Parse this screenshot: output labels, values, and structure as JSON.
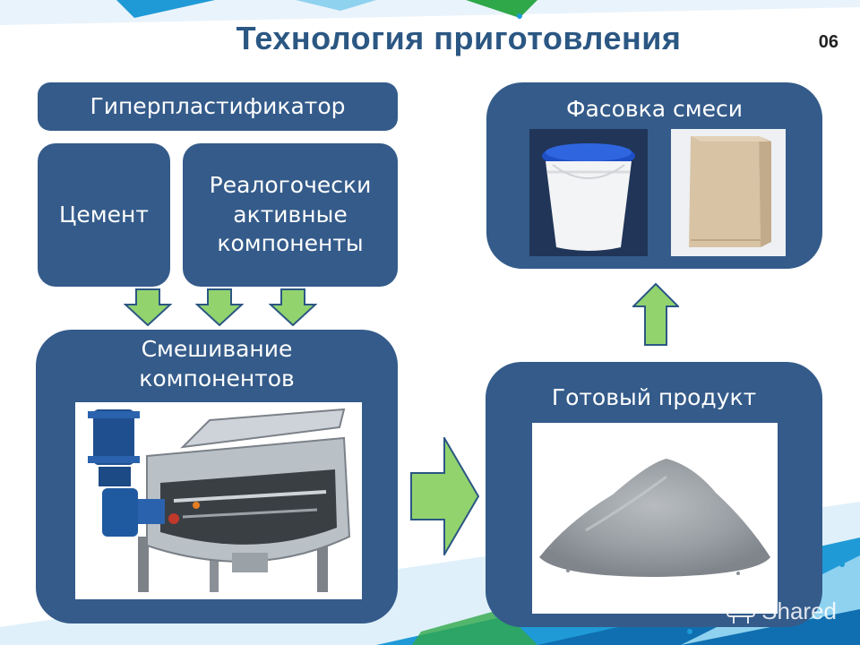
{
  "slide": {
    "title": "Технология приготовления",
    "page_number": "06"
  },
  "inputs": {
    "superplasticizer": "Гиперпластификатор",
    "cement": "Цемент",
    "rheological": "Реалогочески активные компоненты"
  },
  "steps": {
    "mixing": "Смешивание компонентов",
    "packaging": "Фасовка смеси",
    "finished": "Готовый продукт"
  },
  "watermark": "Shared",
  "colors": {
    "box": "#345b8a",
    "title": "#2b5783",
    "arrow_fill": "#92d36e",
    "arrow_stroke": "#2b5783"
  }
}
